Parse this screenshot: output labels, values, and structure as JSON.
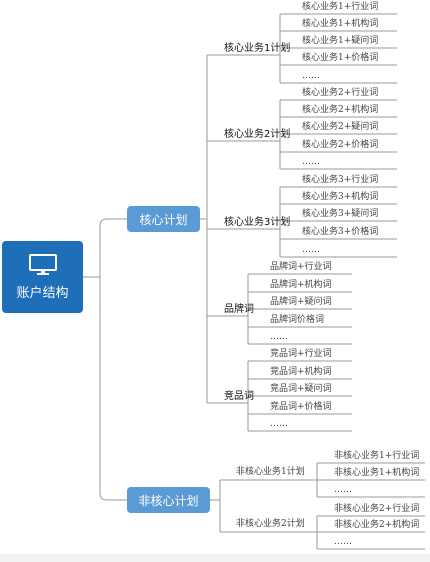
{
  "root": {
    "label": "账户结构",
    "icon": "monitor-icon"
  },
  "core_plan": {
    "label": "核心计划",
    "groups": [
      {
        "label": "核心业务1计划",
        "items": [
          "核心业务1+行业词",
          "核心业务1+机构词",
          "核心业务1+疑问词",
          "核心业务1+价格词",
          "……"
        ]
      },
      {
        "label": "核心业务2计划",
        "items": [
          "核心业务2+行业词",
          "核心业务2+机构词",
          "核心业务2+疑问词",
          "核心业务2+价格词",
          "……"
        ]
      },
      {
        "label": "核心业务3计划",
        "items": [
          "核心业务3+行业词",
          "核心业务3+机构词",
          "核心业务3+疑问词",
          "核心业务3+价格词",
          "……"
        ]
      },
      {
        "label": "品牌词",
        "items": [
          "品牌词+行业词",
          "品牌词+机构词",
          "品牌词+疑问词",
          "品牌词价格词",
          "……"
        ]
      },
      {
        "label": "竞品词",
        "items": [
          "竞品词+行业词",
          "竞品词+机构词",
          "竞品词+疑问词",
          "竞品词+价格词",
          "……"
        ]
      }
    ]
  },
  "noncore_plan": {
    "label": "非核心计划",
    "groups": [
      {
        "label": "非核心业务1计划",
        "items": [
          "非核心业务1+行业词",
          "非核心业务1+机构词",
          "……"
        ]
      },
      {
        "label": "非核心业务2计划",
        "items": [
          "非核心业务2+行业词",
          "非核心业务2+机构词",
          "……"
        ]
      }
    ]
  },
  "colors": {
    "root": "#1e6fb8",
    "pill": "#5b9bd5",
    "line": "#9a9a9a"
  }
}
